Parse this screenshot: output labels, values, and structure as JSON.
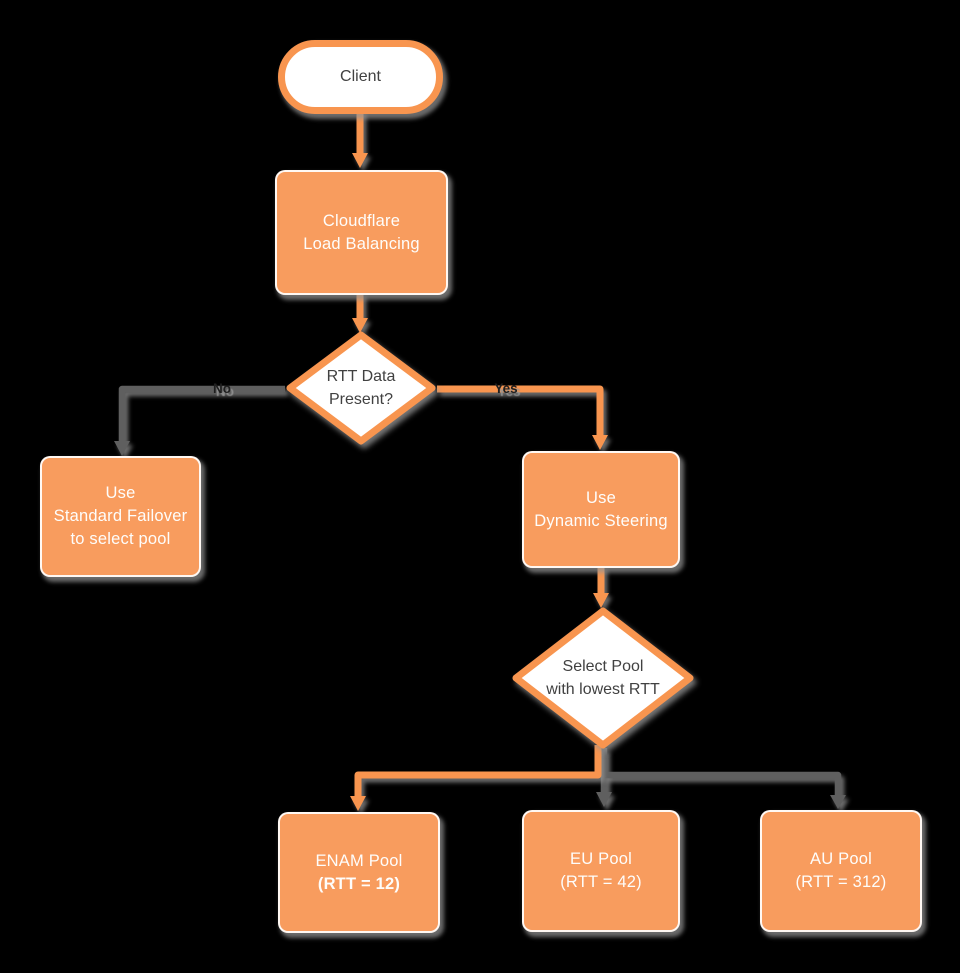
{
  "diagram": {
    "description": "Cloudflare Load Balancing decision flowchart",
    "background_color": "#000000",
    "accent_orange": "#F89C5E",
    "connector_gray": "#5F5F5F",
    "shadow_gray": "#969696",
    "nodes": {
      "client": {
        "label": "Client"
      },
      "load_balancer": {
        "line1": "Cloudflare",
        "line2": "Load Balancing"
      },
      "rtt_decision": {
        "line1": "RTT Data",
        "line2": "Present?"
      },
      "standard_failover": {
        "line1": "Use",
        "line2": "Standard Failover",
        "line3": "to select pool"
      },
      "dynamic_steering": {
        "line1": "Use",
        "line2": "Dynamic Steering"
      },
      "select_pool": {
        "line1": "Select Pool",
        "line2": "with lowest RTT"
      },
      "enam_pool": {
        "line1": "ENAM Pool",
        "line2": "(RTT = 12)"
      },
      "eu_pool": {
        "line1": "EU Pool",
        "line2": "(RTT = 42)"
      },
      "au_pool": {
        "line1": "AU Pool",
        "line2": "(RTT = 312)"
      }
    },
    "edge_labels": {
      "no": "No",
      "yes": "Yes"
    }
  }
}
